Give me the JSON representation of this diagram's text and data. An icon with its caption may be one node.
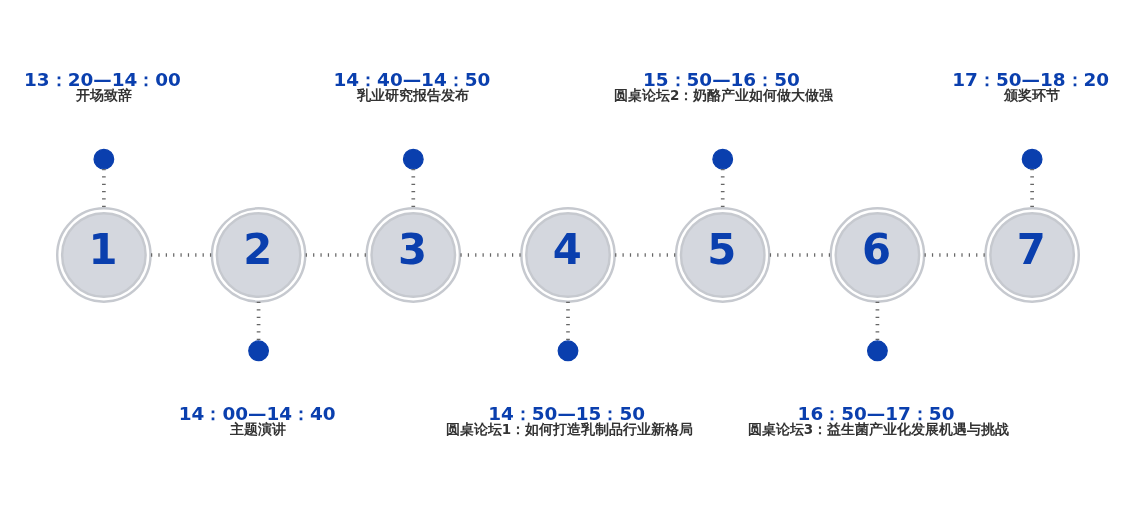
{
  "diagram": {
    "nodes": [
      {
        "text": [
          "1"
        ]
      },
      {
        "text": [
          "2"
        ]
      },
      {
        "text": [
          "3"
        ]
      },
      {
        "text": [
          "4"
        ]
      },
      {
        "text": [
          "5"
        ]
      },
      {
        "text": [
          "6"
        ]
      },
      {
        "text": [
          "7"
        ]
      },
      {
        "text": [],
        "shape": "circle",
        "beside": [
          "13：20—14：00",
          "开场致辞"
        ]
      },
      {
        "text": [],
        "shape": "circle",
        "beside": [
          "14：00—14：40",
          "主题演讲"
        ]
      },
      {
        "text": [],
        "shape": "circle",
        "beside": [
          "14：40—14：50",
          "乳业研究报告发布"
        ]
      },
      {
        "text": [],
        "shape": "circle",
        "beside": [
          "14：50—15：50",
          "圆桌论坛1：如何打造乳制品行业新格局"
        ]
      },
      {
        "text": [],
        "shape": "circle",
        "beside": [
          "15：50—16：50",
          "圆桌论坛2：奶酪产业如何做大做强"
        ]
      },
      {
        "text": [],
        "shape": "circle",
        "beside": [
          "16：50—17：50",
          "圆桌论坛3：益生菌产业化发展机遇与挑战"
        ]
      },
      {
        "text": [],
        "shape": "circle",
        "beside": [
          "17：50—18：20",
          "颁奖环节"
        ]
      }
    ],
    "edges": [
      {
        "from": 0,
        "to": 1,
        "arrow": "none",
        "style": "dashed"
      },
      {
        "from": 1,
        "to": 2,
        "arrow": "none",
        "style": "dashed"
      },
      {
        "from": 2,
        "to": 3,
        "arrow": "none",
        "style": "dashed"
      },
      {
        "from": 3,
        "to": 4,
        "arrow": "none",
        "style": "dashed"
      },
      {
        "from": 4,
        "to": 5,
        "arrow": "none",
        "style": "dashed"
      },
      {
        "from": 5,
        "to": 6,
        "arrow": "none",
        "style": "dashed"
      },
      {
        "from": 7,
        "to": 0,
        "arrow": "none",
        "style": "dashed"
      },
      {
        "from": 1,
        "to": 8,
        "arrow": "none",
        "style": "dashed"
      },
      {
        "from": 9,
        "to": 2,
        "arrow": "none",
        "style": "dashed"
      },
      {
        "from": 3,
        "to": 10,
        "arrow": "none",
        "style": "dashed"
      },
      {
        "from": 11,
        "to": 4,
        "arrow": "none",
        "style": "dashed"
      },
      {
        "from": 5,
        "to": 12,
        "arrow": "none",
        "style": "dashed"
      },
      {
        "from": 13,
        "to": 6,
        "arrow": "none",
        "style": "dashed"
      }
    ]
  }
}
